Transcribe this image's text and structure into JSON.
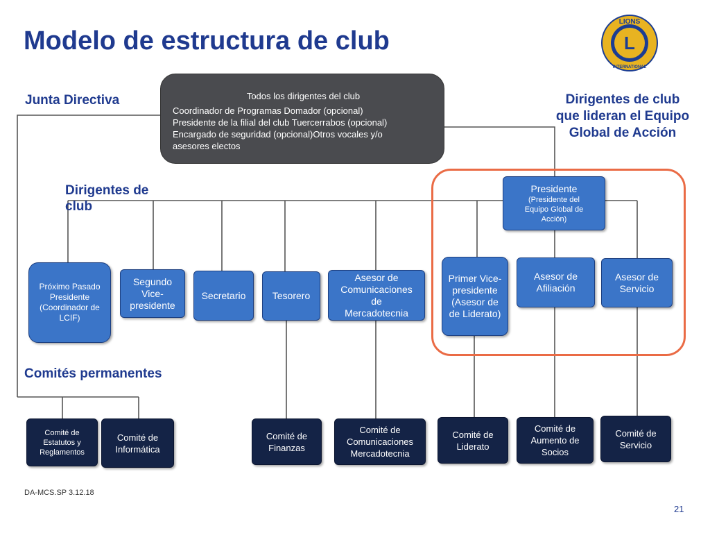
{
  "title": "Modelo de estructura de club",
  "labels": {
    "board": "Junta Directiva",
    "officers": "Dirigentes de club",
    "committees": "Comités permanentes",
    "gat": "Dirigentes de club que lideran el Equipo Global de Acción"
  },
  "board_box": {
    "heading": "Todos los dirigentes del club",
    "lines": [
      "Coordinador de Programas                   Domador (opcional)",
      "Presidente de la filial del club      Tuercerrabos (opcional)",
      "Encargado de seguridad (opcional)Otros vocales y/o",
      "asesores electos"
    ]
  },
  "president": {
    "name": "Presidente",
    "sub": "(Presidente del Equipo Global de Acción)"
  },
  "officers": [
    "Próximo Pasado Presidente (Coordinador de LCIF)",
    "Segundo Vice-presidente",
    "Secretario",
    "Tesorero",
    "Asesor de Comunicaciones de Mercadotecnia",
    "Primer Vice-presidente (Asesor de de Liderato)",
    "Asesor de Afiliación",
    "Asesor de Servicio"
  ],
  "committees": [
    "Comité de Estatutos y Reglamentos",
    "Comité de Informática",
    "Comité de Finanzas",
    "Comité de Comunicaciones Mercadotecnia",
    "Comité de Liderato",
    "Comité de Aumento de Socios",
    "Comité de Servicio"
  ],
  "logo": {
    "top_text": "LIONS",
    "bottom_text": "INTERNATIONAL",
    "letter": "L",
    "colors": {
      "gold": "#e8b321",
      "blue": "#1b3d93"
    }
  },
  "footer": "DA-MCS.SP  3.12.18",
  "page_number": "21"
}
